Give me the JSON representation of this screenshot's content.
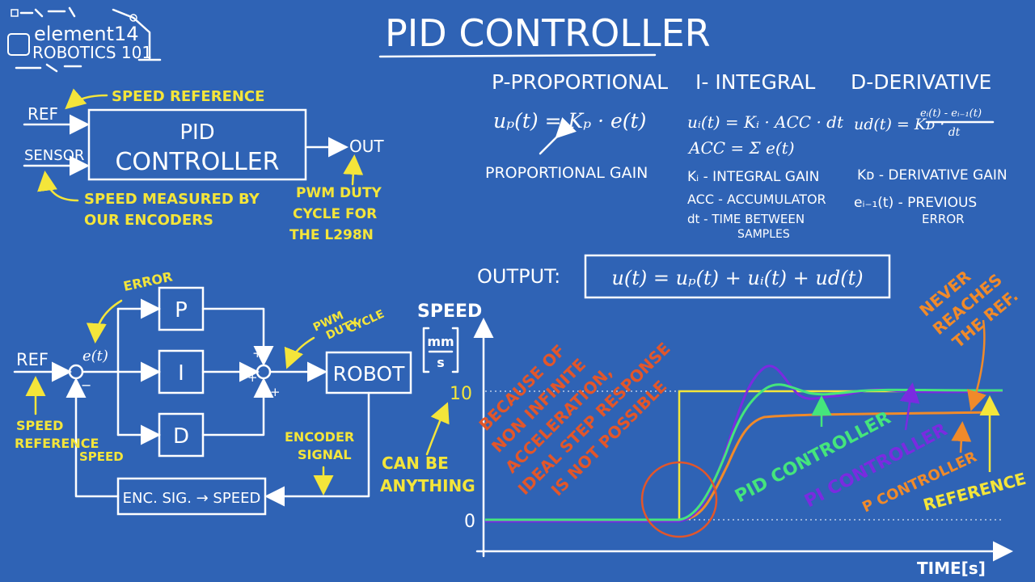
{
  "logo": {
    "line1": "element14",
    "line2": "ROBOTICS 101"
  },
  "title": "PID CONTROLLER",
  "top_block": {
    "box_line1": "PID",
    "box_line2": "CONTROLLER",
    "ref": "REF",
    "sensor": "SENSOR",
    "out": "OUT",
    "speed_reference": "SPEED REFERENCE",
    "speed_measured_1": "SPEED MEASURED BY",
    "speed_measured_2": "OUR ENCODERS",
    "pwm_1": "PWM DUTY",
    "pwm_2": "CYCLE FOR",
    "pwm_3": "THE L298N"
  },
  "terms": {
    "p": {
      "heading": "P-PROPORTIONAL",
      "formula": "uₚ(t) = Kₚ · e(t)",
      "note": "PROPORTIONAL GAIN"
    },
    "i": {
      "heading": "I- INTEGRAL",
      "formula": "uᵢ(t) = Kᵢ · ACC · dt",
      "formula2": "ACC = Σ e(t)",
      "note1": "Kᵢ - INTEGRAL GAIN",
      "note2": "ACC - ACCUMULATOR",
      "note3": "dt - TIME BETWEEN",
      "note4": "SAMPLES"
    },
    "d": {
      "heading": "D-DERIVATIVE",
      "formula_left": "ud(t) = Kᴅ ·",
      "formula_num": "eᵢ(t) - eᵢ₋₁(t)",
      "formula_den": "dt",
      "note1": "Kᴅ - DERIVATIVE GAIN",
      "note2": "eᵢ₋₁(t) - PREVIOUS",
      "note3": "ERROR"
    }
  },
  "output": {
    "label": "OUTPUT:",
    "formula": "u(t) = uₚ(t) + uᵢ(t) + ud(t)"
  },
  "loop": {
    "ref": "REF",
    "error_sig": "e(t)",
    "error": "ERROR",
    "p": "P",
    "i": "I",
    "d": "D",
    "robot": "ROBOT",
    "enc": "ENC. SIG. → SPEED",
    "pwm_1": "PWM",
    "pwm_2": "DUTY",
    "pwm_3": "CYCLE",
    "speed_ref_1": "SPEED",
    "speed_ref_2": "REFERENCE",
    "speed": "SPEED",
    "encoder_1": "ENCODER",
    "encoder_2": "SIGNAL",
    "minus": "−",
    "plus": "+"
  },
  "graph": {
    "ylabel": "SPEED",
    "unit_num": "mm",
    "unit_den": "s",
    "xlabel": "TIME[s]",
    "tick_10": "10",
    "tick_0": "0",
    "can_be_1": "CAN BE",
    "can_be_2": "ANYTHING",
    "because_1": "BECAUSE OF",
    "because_2": "NON INFINITE",
    "because_3": "ACCELERATION,",
    "because_4": "IDEAL STEP RESPONSE",
    "because_5": "IS NOT POSSIBLE",
    "never_1": "NEVER",
    "never_2": "REACHES",
    "never_3": "THE REF.",
    "pid_label": "PID CONTROLLER",
    "pi_label": "PI CONTROLLER",
    "p_label": "P CONTROLLER",
    "ref_label": "REFERENCE"
  },
  "colors": {
    "background": "#2f63b5",
    "reference": "#f4e53a",
    "p_controller": "#f08a2a",
    "pi_controller": "#7a2be0",
    "pid_controller": "#45e57c",
    "note": "#e2562a"
  }
}
